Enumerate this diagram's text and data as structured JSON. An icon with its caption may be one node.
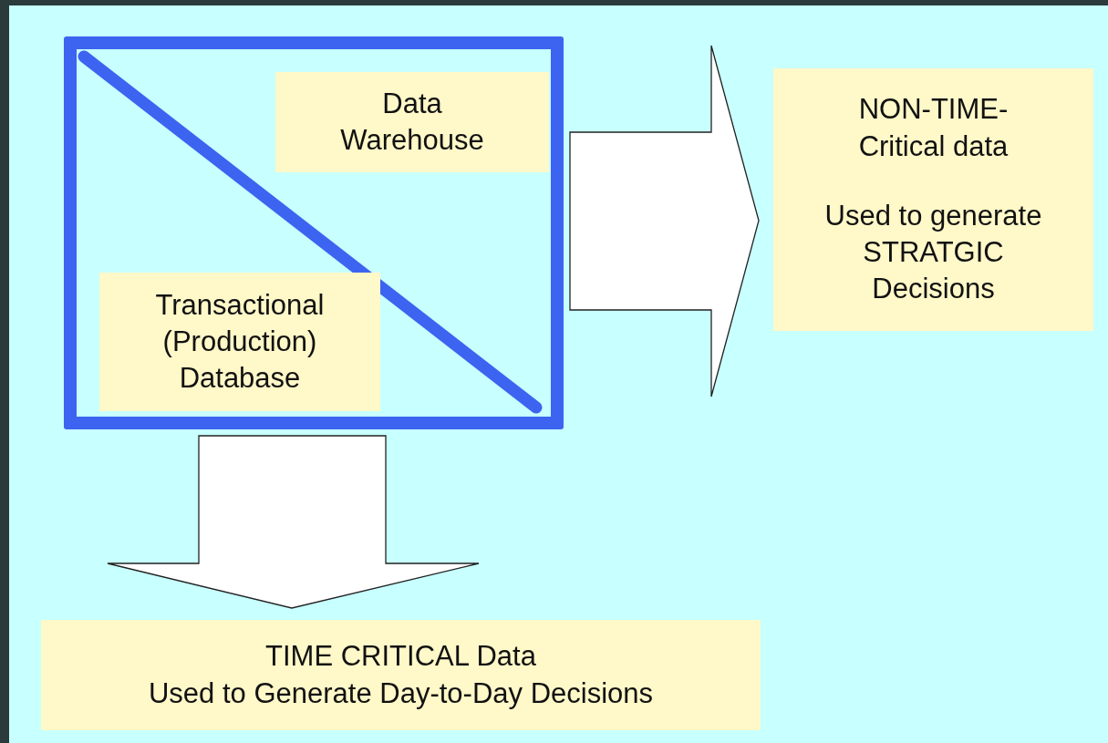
{
  "diagram": {
    "nodes": [
      {
        "text": [],
        "shape": "box"
      },
      {
        "text": [
          "Data Warehouse"
        ],
        "in": 0
      },
      {
        "text": [
          "Transactional (Production) Database"
        ],
        "in": 0
      },
      {
        "text": [
          "NON-TIME-Critical data",
          "Used to generate STRATGIC Decisions"
        ]
      },
      {
        "text": [
          "TIME CRITICAL Data",
          "Used to Generate Day-to-Day Decisions"
        ]
      }
    ],
    "edges": [
      {
        "from": 0,
        "to": 3,
        "arrow": "to"
      },
      {
        "from": 0,
        "to": 4,
        "arrow": "to"
      }
    ]
  }
}
